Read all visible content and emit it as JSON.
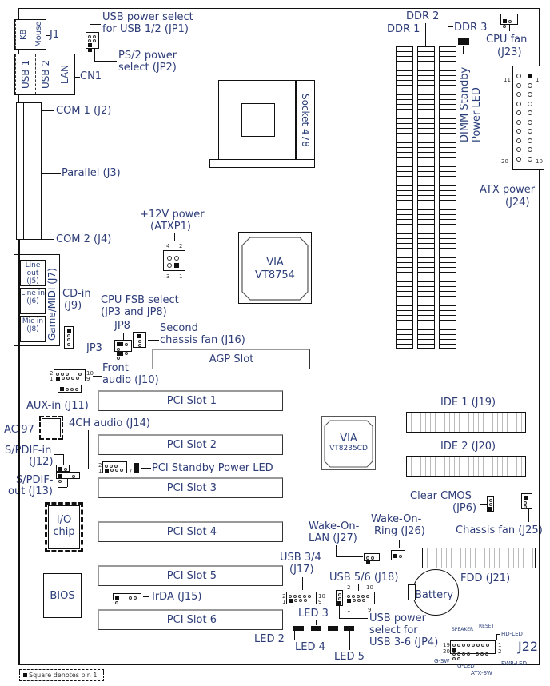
{
  "legend": {
    "pin1_note": "Square denotes pin 1"
  },
  "rear_io": {
    "kb": "KB",
    "mouse": "Mouse",
    "j1": "J1",
    "usb1": "USB 1",
    "usb2": "USB 2",
    "lan": "LAN",
    "cn1": "CN1",
    "com1": "COM 1 (J2)",
    "parallel": "Parallel (J3)",
    "com2": "COM 2 (J4)",
    "line_out": "Line out (J5)",
    "line_in": "Line in (J6)",
    "mic_in": "Mic in (J8)",
    "game_midi": "Game/MIDI (J7)"
  },
  "jumpers": {
    "jp1": "USB power select for USB 1/2 (JP1)",
    "jp1_line1": "USB power select",
    "jp1_line2": "for USB 1/2 (JP1)",
    "jp2_line1": "PS/2 power",
    "jp2_line2": "select (JP2)",
    "fsb_line1": "CPU FSB select",
    "fsb_line2": "(JP3 and JP8)",
    "jp8": "JP8",
    "jp3": "JP3",
    "clear_cmos_line1": "Clear CMOS",
    "clear_cmos_line2": "(JP6)",
    "jp4_line1": "USB power",
    "jp4_line2": "select for",
    "jp4_line3": "USB 3-6 (JP4)"
  },
  "cpu": {
    "socket": "Socket 478"
  },
  "power": {
    "atxp1_line1": "+12V power",
    "atxp1_line2": "(ATXP1)",
    "atxp1_pins": [
      "4",
      "2",
      "3",
      "1"
    ],
    "atx_line1": "ATX power",
    "atx_line2": "(J24)",
    "atx_pins": {
      "top_left": "11",
      "top_right": "1",
      "bottom_left": "20",
      "bottom_right": "10"
    }
  },
  "memory": {
    "ddr1": "DDR 1",
    "ddr2": "DDR 2",
    "ddr3": "DDR 3",
    "dimm_led": "DIMM Standby Power LED"
  },
  "fans": {
    "cpu_fan_line1": "CPU fan",
    "cpu_fan_line2": "(J23)",
    "second_fan_line1": "Second",
    "second_fan_line2": "chassis fan (J16)",
    "chassis_fan": "Chassis fan (J25)"
  },
  "chips": {
    "northbridge_line1": "VIA",
    "northbridge_line2": "VT8754",
    "southbridge_line1": "VIA",
    "southbridge_line2": "VT8235CD",
    "ac97": "AC'97",
    "io_line1": "I/O",
    "io_line2": "chip",
    "bios": "BIOS"
  },
  "audio": {
    "cd_in_line1": "CD-in",
    "cd_in_line2": "(J9)",
    "front_line1": "Front",
    "front_line2": "audio (J10)",
    "front_pins": [
      "2",
      "1",
      "10",
      "9"
    ],
    "aux_in": "AUX-in (J11)",
    "ch4": "4CH audio (J14)",
    "ch4_pins": [
      "2",
      "1",
      "7"
    ],
    "spdif_in_line1": "S/PDIF-in",
    "spdif_in_line2": "(J12)",
    "spdif_out_line1": "S/PDIF-",
    "spdif_out_line2": "out (J13)"
  },
  "slots": {
    "agp": "AGP Slot",
    "pci": [
      "PCI Slot 1",
      "PCI Slot 2",
      "PCI Slot 3",
      "PCI Slot 4",
      "PCI Slot 5",
      "PCI Slot 6"
    ],
    "pci_led": "PCI Standby Power LED"
  },
  "storage": {
    "ide1": "IDE 1 (J19)",
    "ide2": "IDE 2 (J20)",
    "fdd": "FDD (J21)"
  },
  "wake": {
    "lan_line1": "Wake-On-",
    "lan_line2": "LAN (J27)",
    "ring_line1": "Wake-On-",
    "ring_line2": "Ring (J26)"
  },
  "usb_headers": {
    "usb34_line1": "USB 3/4",
    "usb34_line2": "(J17)",
    "usb56": "USB 5/6 (J18)",
    "pins": [
      "2",
      "1",
      "10",
      "9"
    ]
  },
  "misc": {
    "battery": "Battery",
    "irda": "IrDA (J15)"
  },
  "leds": {
    "led2": "LED 2",
    "led3": "LED 3",
    "led4": "LED 4",
    "led5": "LED 5"
  },
  "front_panel": {
    "name": "J22",
    "speaker": "SPEAKER",
    "reset": "RESET",
    "hd_led": "HD-LED",
    "g_sw": "G-SW",
    "g_led": "G-LED",
    "atx_sw": "ATX-SW",
    "pwr_led": "PWR-LED",
    "pins": [
      "19",
      "20",
      "1",
      "2"
    ]
  }
}
